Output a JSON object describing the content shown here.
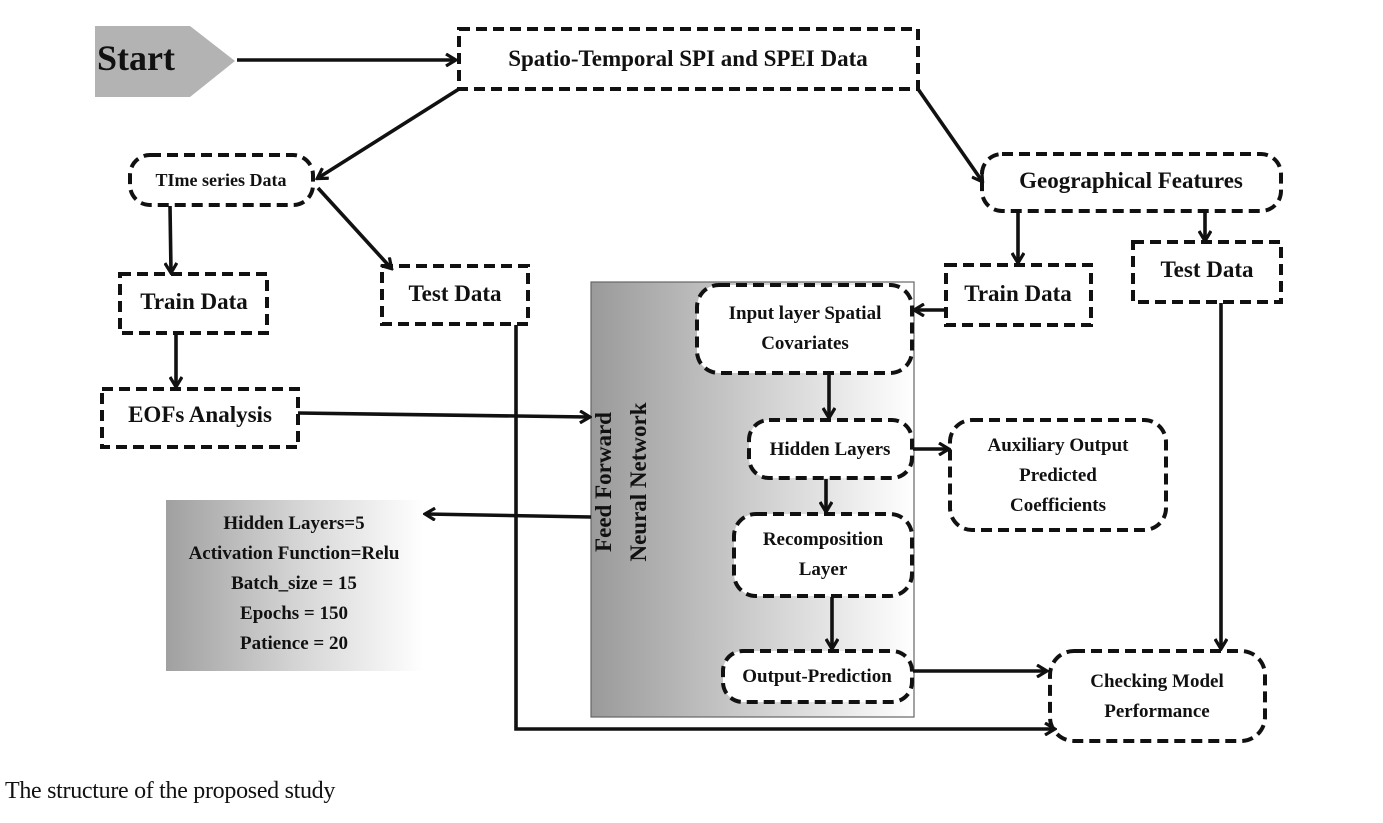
{
  "diagram": {
    "type": "flowchart",
    "title": "The structure of the proposed study",
    "colors": {
      "stroke": "#111111",
      "start_fill": "#b3b3b3",
      "panel_dark": "#9a9a9a",
      "panel_light": "#ffffff"
    },
    "nodes": {
      "start": {
        "label": "Start",
        "shape": "pentagon-arrow"
      },
      "spatio_temporal": {
        "label": "Spatio-Temporal SPI and SPEI Data",
        "shape": "dashed-rect"
      },
      "time_series": {
        "label": "TIme series Data",
        "shape": "dashed-rounded"
      },
      "geo_features": {
        "label": "Geographical Features",
        "shape": "dashed-rounded"
      },
      "ts_train": {
        "label": "Train Data",
        "shape": "dashed-rect"
      },
      "ts_test": {
        "label": "Test Data",
        "shape": "dashed-rect"
      },
      "geo_train": {
        "label": "Train Data",
        "shape": "dashed-rect"
      },
      "geo_test": {
        "label": "Test Data",
        "shape": "dashed-rect"
      },
      "eofs": {
        "label": "EOFs Analysis",
        "shape": "dashed-rect"
      },
      "nn_panel": {
        "label_lines": [
          "Feed Forward",
          "Neural Network"
        ],
        "shape": "gradient-panel"
      },
      "input_layer": {
        "label_lines": [
          "Input layer Spatial",
          "Covariates"
        ],
        "shape": "dashed-rounded"
      },
      "hidden_layers": {
        "label": "Hidden Layers",
        "shape": "dashed-rounded"
      },
      "recomposition": {
        "label_lines": [
          "Recomposition",
          "Layer"
        ],
        "shape": "dashed-rounded"
      },
      "output_prediction": {
        "label": "Output-Prediction",
        "shape": "dashed-rounded"
      },
      "auxiliary": {
        "label_lines": [
          "Auxiliary Output",
          "Predicted",
          "Coefficients"
        ],
        "shape": "dashed-rounded"
      },
      "checking": {
        "label_lines": [
          "Checking Model",
          "Performance"
        ],
        "shape": "dashed-rounded"
      },
      "hyperparams": {
        "shape": "gradient-box",
        "lines": [
          "Hidden Layers=5",
          "Activation Function=Relu",
          "Batch_size = 15",
          "Epochs = 150",
          "Patience = 20"
        ]
      }
    },
    "edges": [
      {
        "from": "start",
        "to": "spatio_temporal"
      },
      {
        "from": "spatio_temporal",
        "to": "time_series"
      },
      {
        "from": "spatio_temporal",
        "to": "geo_features"
      },
      {
        "from": "time_series",
        "to": "ts_train"
      },
      {
        "from": "time_series",
        "to": "ts_test"
      },
      {
        "from": "ts_train",
        "to": "eofs"
      },
      {
        "from": "eofs",
        "to": "nn_panel"
      },
      {
        "from": "geo_features",
        "to": "geo_train"
      },
      {
        "from": "geo_features",
        "to": "geo_test"
      },
      {
        "from": "geo_train",
        "to": "input_layer"
      },
      {
        "from": "input_layer",
        "to": "hidden_layers"
      },
      {
        "from": "hidden_layers",
        "to": "recomposition"
      },
      {
        "from": "hidden_layers",
        "to": "auxiliary"
      },
      {
        "from": "recomposition",
        "to": "output_prediction"
      },
      {
        "from": "nn_panel",
        "to": "hyperparams"
      },
      {
        "from": "output_prediction",
        "to": "checking"
      },
      {
        "from": "ts_test",
        "to": "checking"
      },
      {
        "from": "geo_test",
        "to": "checking"
      }
    ]
  }
}
